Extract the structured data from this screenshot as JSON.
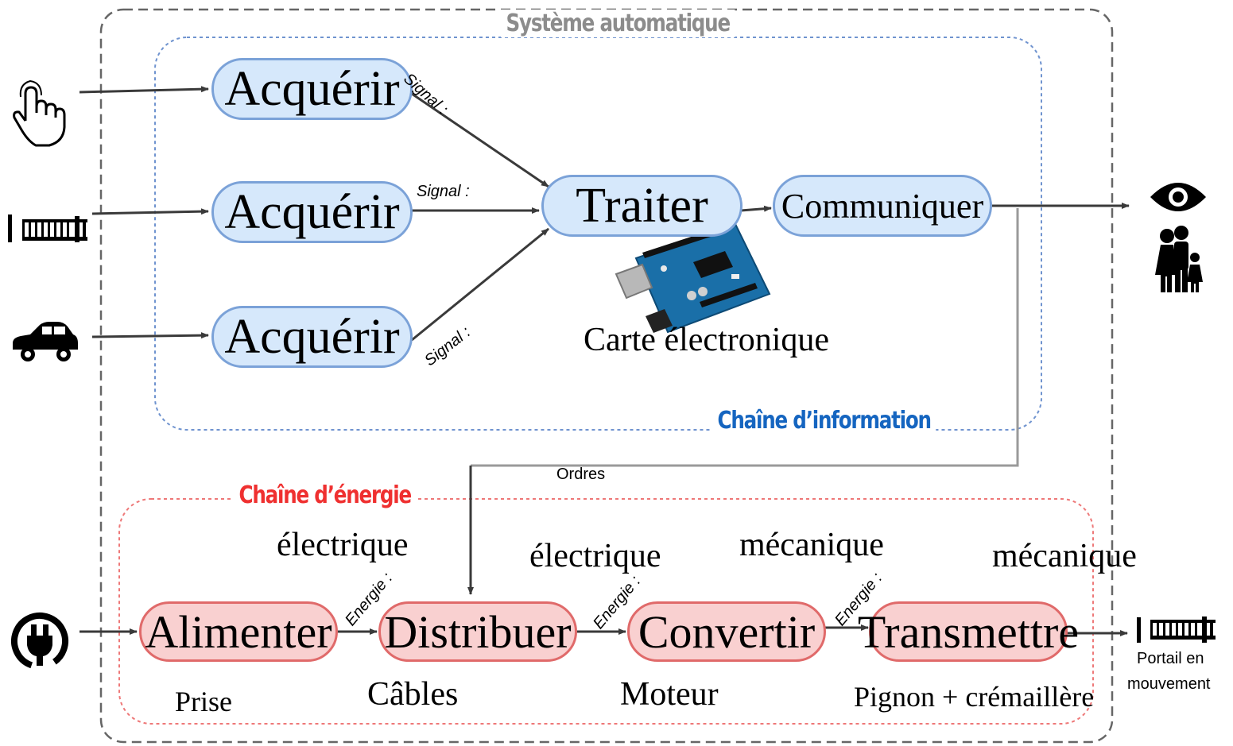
{
  "system_title": "Système automatique",
  "info_chain_title": "Chaîne d’information",
  "energy_chain_title": "Chaîne d’énergie",
  "colors": {
    "info_fill": "#d6e8fb",
    "info_border": "#7ba2d8",
    "energy_fill": "#f9d0d0",
    "energy_border": "#e06a6a",
    "info_title": "#1565c0",
    "energy_title": "#ef3030",
    "system_title": "#8c8c8c"
  },
  "info_chain": {
    "acquire_1": "Acquérir",
    "acquire_2": "Acquérir",
    "acquire_3": "Acquérir",
    "process": "Traiter",
    "communicate": "Communiquer",
    "signal_1": "Signal :",
    "signal_2": "Signal :",
    "signal_3": "Signal :",
    "board_label": "Carte électronique"
  },
  "orders_label": "Ordres",
  "energy_chain": {
    "supply": "Alimenter",
    "distribute": "Distribuer",
    "convert": "Convertir",
    "transmit": "Transmettre",
    "energy_1": "Energie :",
    "energy_2": "Energie :",
    "energy_3": "Energie :",
    "type_1": "électrique",
    "type_2": "électrique",
    "type_3": "mécanique",
    "type_4": "mécanique",
    "component_1": "Prise",
    "component_2": "Câbles",
    "component_3": "Moteur",
    "component_4": "Pignon + crémaillère"
  },
  "output_gate_label_1": "Portail en",
  "output_gate_label_2": "mouvement",
  "icons": [
    "hand-pointer-icon",
    "gate-icon",
    "car-icon",
    "power-plug-icon",
    "eye-icon",
    "family-icon",
    "gate-output-icon",
    "arduino-board-icon"
  ]
}
